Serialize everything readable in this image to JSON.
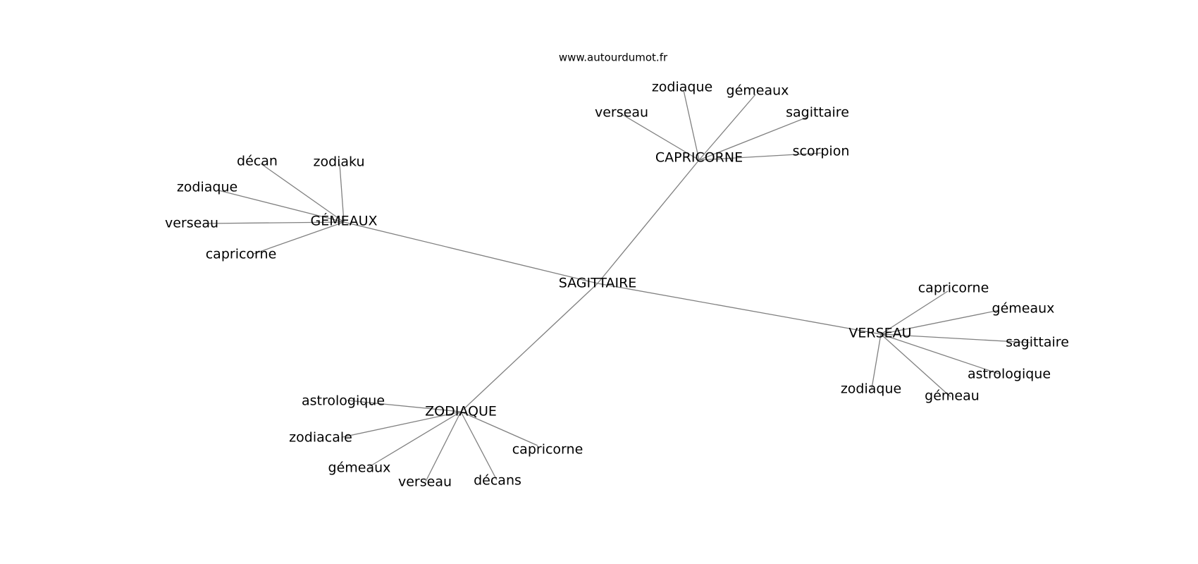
{
  "site": "www.autourdumot.fr",
  "colors": {
    "edge": "#808080",
    "text": "#000000",
    "background": "#ffffff"
  },
  "center": "SAGITTAIRE",
  "hubs": [
    {
      "id": "capricorne",
      "label": "CAPRICORNE",
      "leaves": [
        "zodiaque",
        "gémeaux",
        "verseau",
        "sagittaire",
        "scorpion"
      ]
    },
    {
      "id": "gemeaux",
      "label": "GÉMEAUX",
      "leaves": [
        "décan",
        "zodiaku",
        "zodiaque",
        "verseau",
        "capricorne"
      ]
    },
    {
      "id": "verseau",
      "label": "VERSEAU",
      "leaves": [
        "capricorne",
        "gémeaux",
        "sagittaire",
        "astrologique",
        "zodiaque",
        "gémeau"
      ]
    },
    {
      "id": "zodiaque",
      "label": "ZODIAQUE",
      "leaves": [
        "astrologique",
        "zodiacale",
        "gémeaux",
        "verseau",
        "décans",
        "capricorne"
      ]
    }
  ]
}
